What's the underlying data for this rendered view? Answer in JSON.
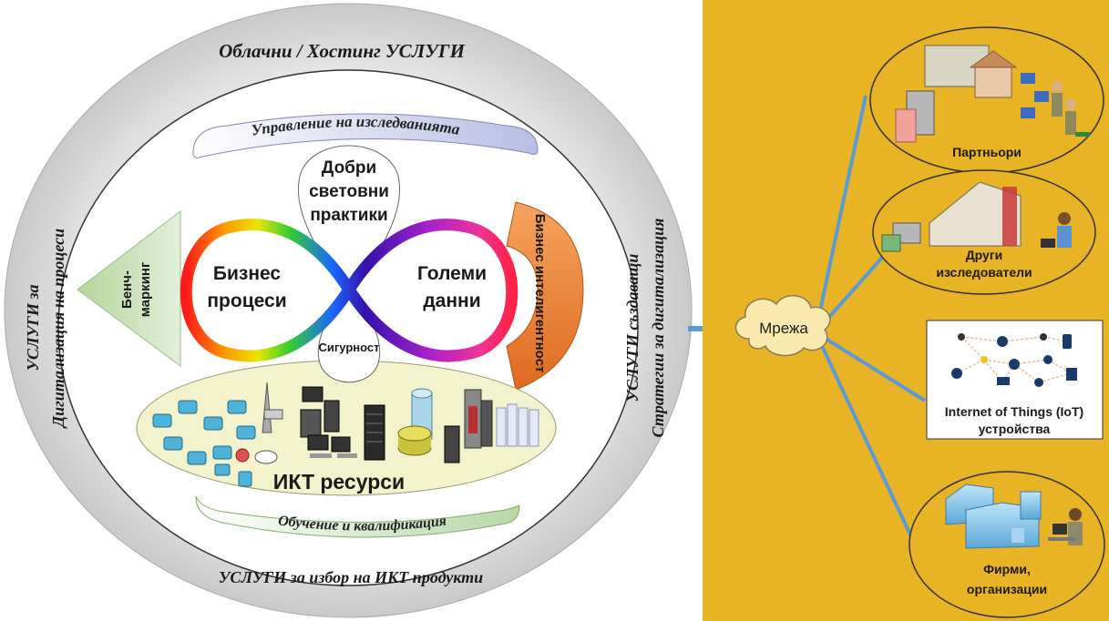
{
  "outer_ring": {
    "top": "Облачни / Хостинг УСЛУГИ",
    "bottom": "УСЛУГИ за избор на ИКТ продукти",
    "left_line1": "УСЛУГИ за",
    "left_line2": "Дигитализация на процеси",
    "right_line1": "УСЛУГИ създаващи",
    "right_line2": "Стратегии за дигитализация"
  },
  "inner": {
    "research_management": "Управление на изследванията",
    "best_practices": [
      "Добри",
      "световни",
      "практики"
    ],
    "business_processes": [
      "Бизнес",
      "процеси"
    ],
    "big_data": [
      "Големи",
      "данни"
    ],
    "security": "Сигурност",
    "benchmarking": [
      "Бенч-",
      "маркинг"
    ],
    "business_intelligence": "Бизнес интелигентност",
    "ict_resources": "ИКТ ресурси",
    "training": "Обучение и квалификация"
  },
  "network": {
    "label": "Мрежа",
    "nodes": [
      {
        "lines": [
          "Партньори"
        ]
      },
      {
        "lines": [
          "Други",
          "изследователи"
        ]
      },
      {
        "lines": [
          "Internet of Things (IoT)",
          "устройства"
        ]
      },
      {
        "lines": [
          "Фирми,",
          "организации"
        ]
      }
    ]
  },
  "colors": {
    "panel": "#E8B325",
    "link": "#5B9BD5",
    "cloud": "#FBEAB0",
    "arc_blue": "#C9CCE8",
    "arc_green": "#CFE3C4",
    "arc_orange": "#E8823E",
    "ict_ellipse": "#F2F2CC",
    "triangle": "#C6DFB4"
  }
}
